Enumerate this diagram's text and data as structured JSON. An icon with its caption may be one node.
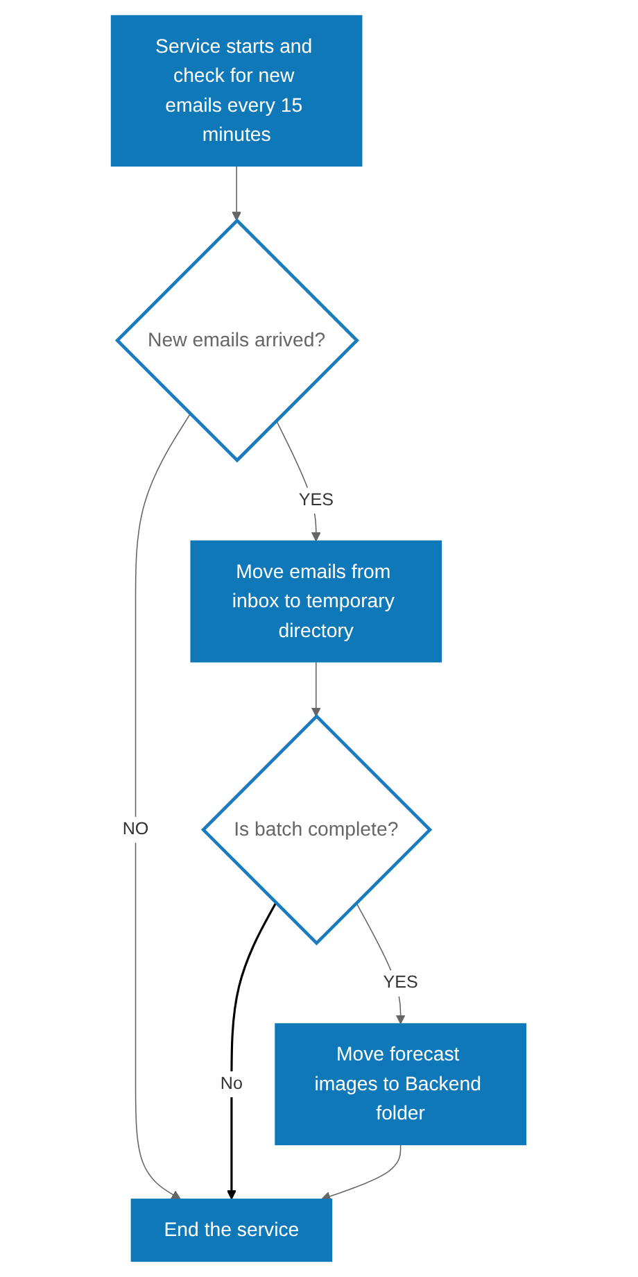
{
  "diagram": {
    "nodes": [
      {
        "text": [
          "Service starts and check for new emails every 15 minutes"
        ]
      },
      {
        "text": [
          "New emails arrived?"
        ]
      },
      {
        "text": [
          "Move emails from inbox to temporary directory"
        ]
      },
      {
        "text": [
          "Is batch complete?"
        ]
      },
      {
        "text": [
          "Move forecast images to Backend folder"
        ]
      },
      {
        "text": [
          "End the service"
        ]
      }
    ],
    "edges": [
      {
        "from": 0,
        "to": 1,
        "arrow": "to"
      },
      {
        "from": 1,
        "to": 2,
        "arrow": "to",
        "label": "YES"
      },
      {
        "from": 1,
        "to": 5,
        "arrow": "to",
        "label": "NO"
      },
      {
        "from": 2,
        "to": 3,
        "arrow": "to"
      },
      {
        "from": 3,
        "to": 4,
        "arrow": "to",
        "label": "YES"
      },
      {
        "from": 3,
        "to": 5,
        "arrow": "to",
        "label": "No",
        "color": "#000000"
      },
      {
        "from": 4,
        "to": 5,
        "arrow": "to"
      }
    ]
  }
}
